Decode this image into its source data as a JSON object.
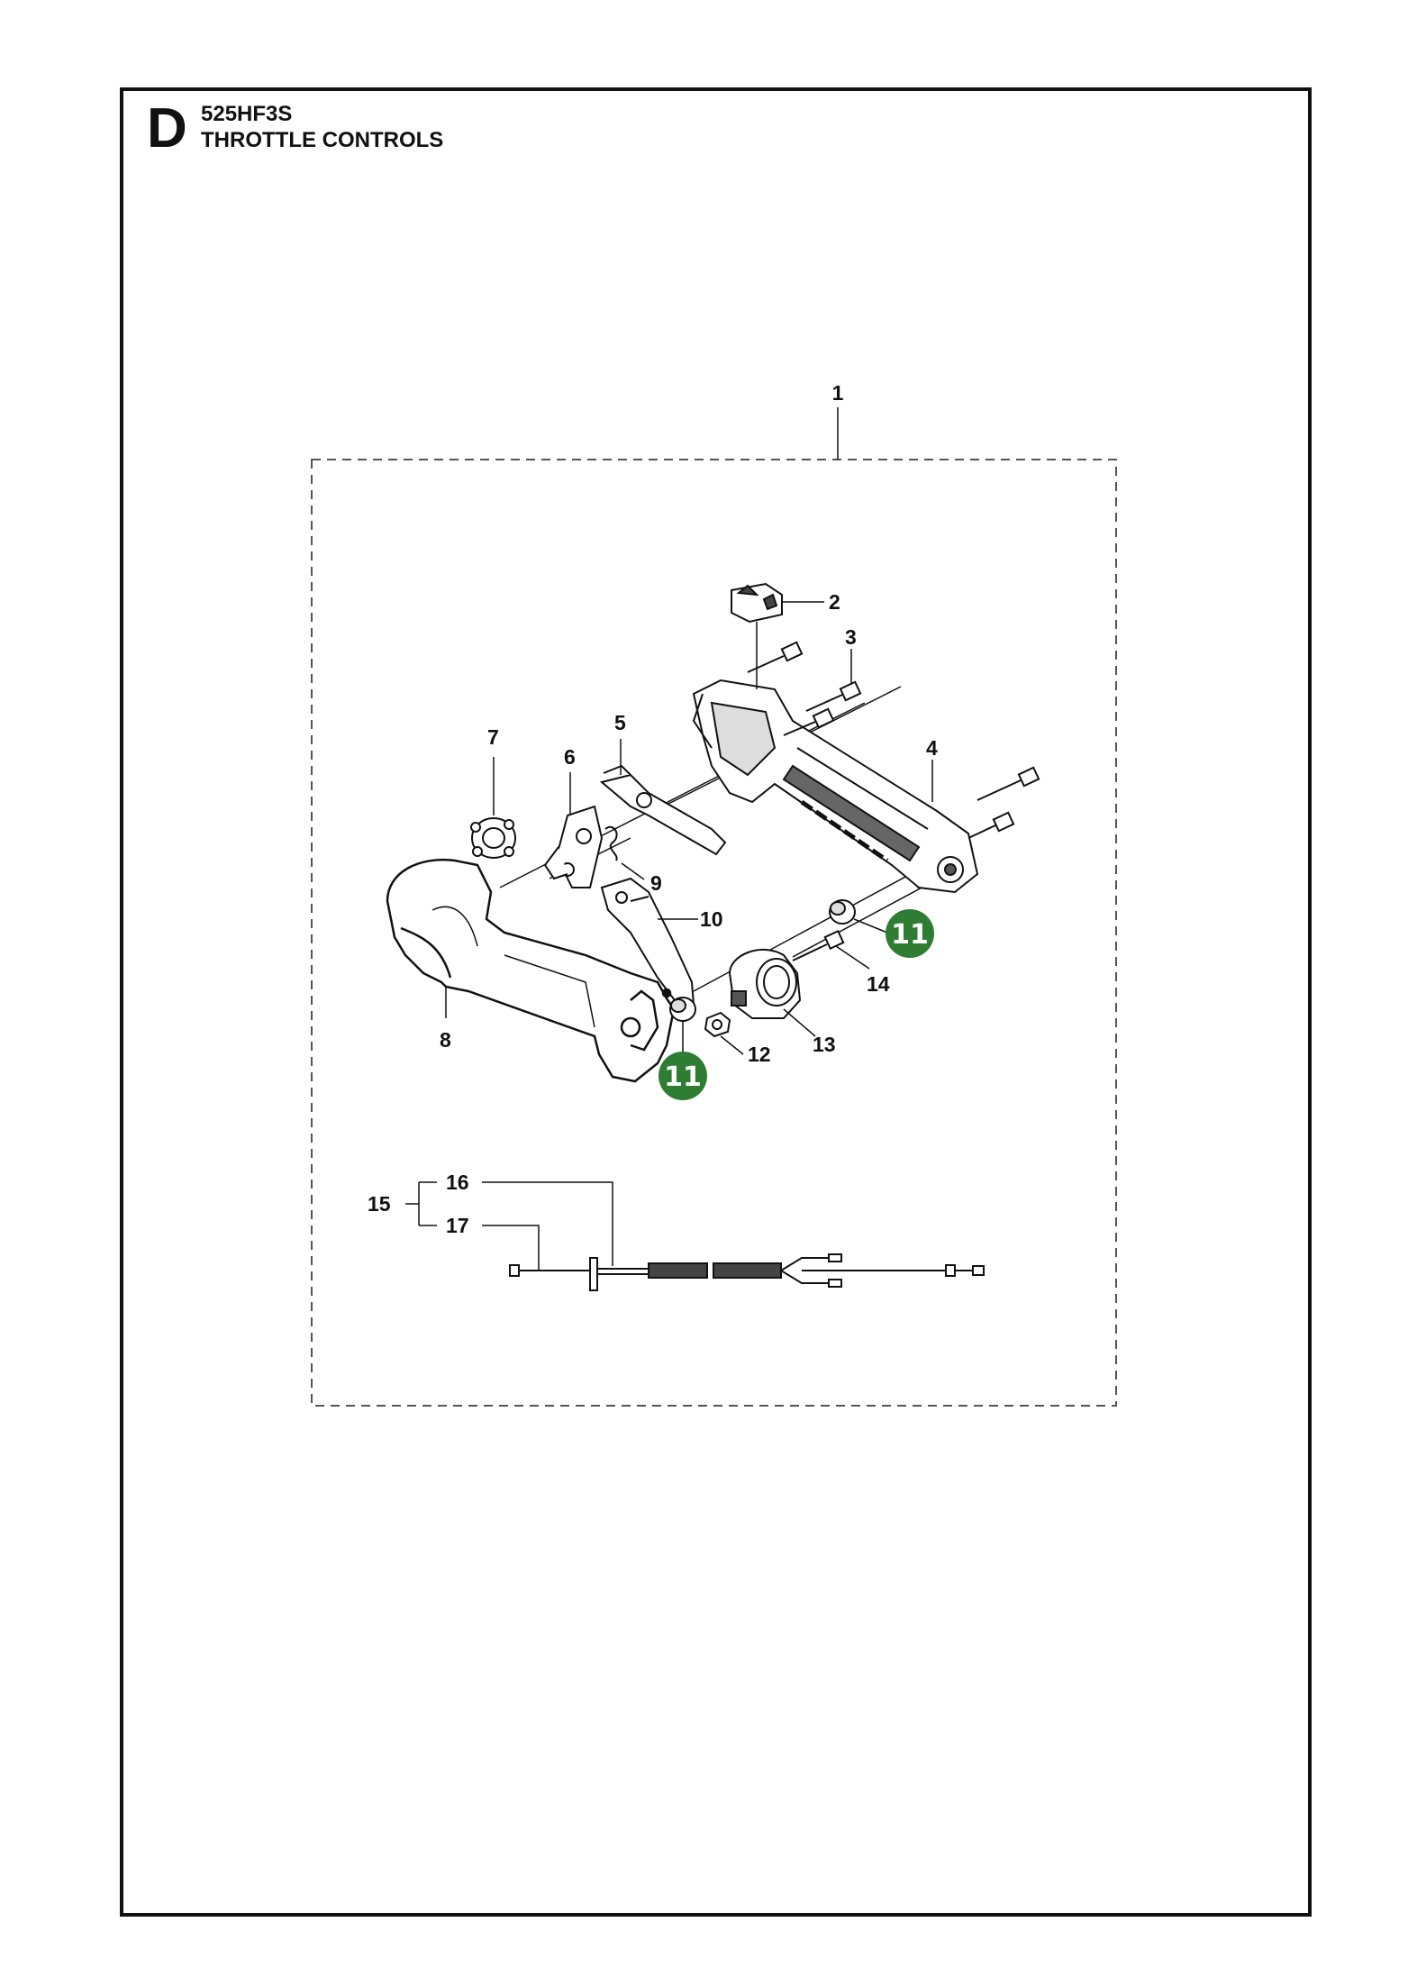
{
  "header": {
    "section_letter": "D",
    "model": "525HF3S",
    "title": "THROTTLE CONTROLS"
  },
  "callouts": {
    "c1": "1",
    "c2": "2",
    "c3": "3",
    "c4": "4",
    "c5": "5",
    "c6": "6",
    "c7": "7",
    "c8": "8",
    "c9": "9",
    "c10": "10",
    "c11a": "11",
    "c11b": "11",
    "c12": "12",
    "c13": "13",
    "c14": "14",
    "c15": "15",
    "c16": "16",
    "c17": "17"
  },
  "colors": {
    "highlight": "#2e7d32",
    "line": "#111111",
    "frame_dash": "#555555"
  }
}
